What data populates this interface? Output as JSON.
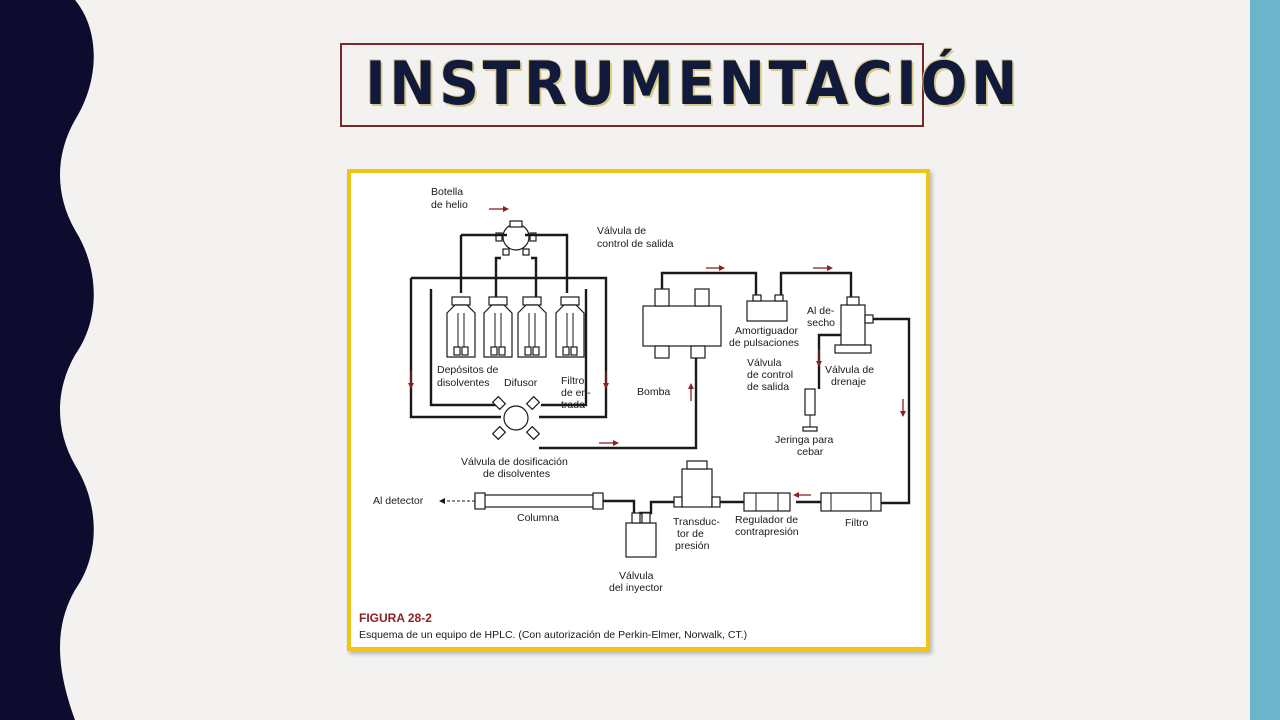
{
  "slide": {
    "title": "INSTRUMENTACIÓN",
    "colors": {
      "left_band": "#0d0c2e",
      "right_band": "#6cb4cb",
      "title_text": "#111a3a",
      "title_border": "#7a2a2a",
      "figure_border": "#f2c416"
    }
  },
  "figure": {
    "labels": {
      "botella_1": "Botella",
      "botella_2": "de helio",
      "valvula_salida_top_1": "Válvula de",
      "valvula_salida_top_2": "control de salida",
      "depositos_1": "Depósitos de",
      "depositos_2": "disolventes",
      "difusor": "Difusor",
      "filtro_entrada_1": "Filtro",
      "filtro_entrada_2": "de en-",
      "filtro_entrada_3": "trada",
      "bomba": "Bomba",
      "amortiguador_1": "Amortiguador",
      "amortiguador_2": "de pulsaciones",
      "al_desecho_1": "Al de-",
      "al_desecho_2": "secho",
      "valvula_control_1": "Válvula",
      "valvula_control_2": "de control",
      "valvula_control_3": "de salida",
      "valvula_drenaje_1": "Válvula de",
      "valvula_drenaje_2": "drenaje",
      "jeringa_1": "Jeringa para",
      "jeringa_2": "cebar",
      "dosificacion_1": "Válvula de dosificación",
      "dosificacion_2": "de disolventes",
      "al_detector": "Al detector",
      "columna": "Columna",
      "transductor_1": "Transduc-",
      "transductor_2": "tor de",
      "transductor_3": "presión",
      "regulador_1": "Regulador de",
      "regulador_2": "contrapresión",
      "filtro": "Filtro",
      "valvula_inyector_1": "Válvula",
      "valvula_inyector_2": "del inyector"
    },
    "caption_title": "FIGURA 28-2",
    "caption_text": "Esquema de un equipo de HPLC. (Con autorización de Perkin-Elmer, Norwalk, CT.)"
  }
}
